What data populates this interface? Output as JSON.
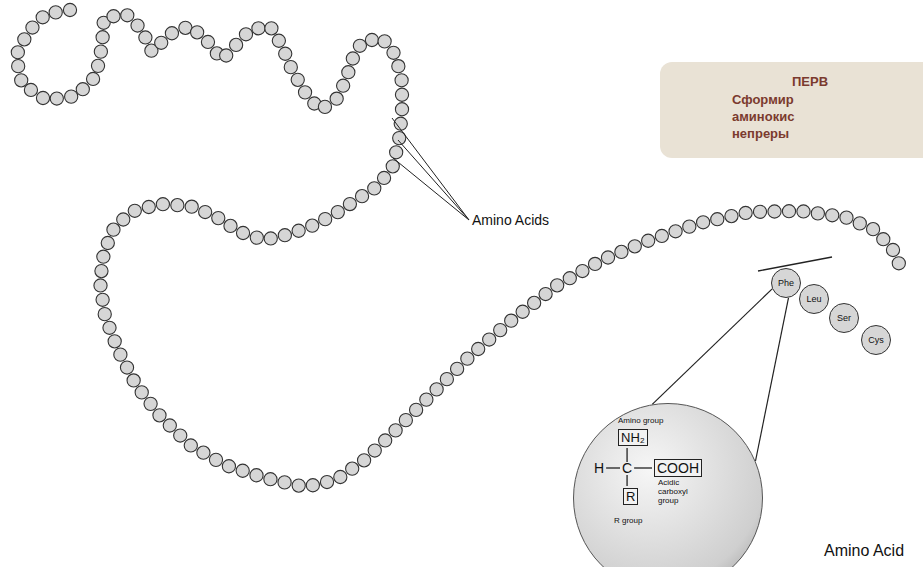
{
  "diagram": {
    "nodes": [
      {
        "text": [
          "ПЕРВ",
          "Сформир аминокис непреры"
        ]
      },
      {
        "text": [
          "Phe"
        ]
      },
      {
        "text": [
          "Leu"
        ]
      },
      {
        "text": [
          "Ser"
        ]
      },
      {
        "text": [
          "Cys"
        ]
      },
      {
        "text": [
          "Amino group",
          "NH₂",
          "H",
          "C",
          "COOH",
          "R",
          "Acidic carboxyl group",
          "R group",
          "Amino Acid"
        ]
      }
    ],
    "edges": [
      {
        "from": 1,
        "to": 5,
        "arrow": "none"
      }
    ],
    "labels": [
      "Amino Acids"
    ]
  }
}
